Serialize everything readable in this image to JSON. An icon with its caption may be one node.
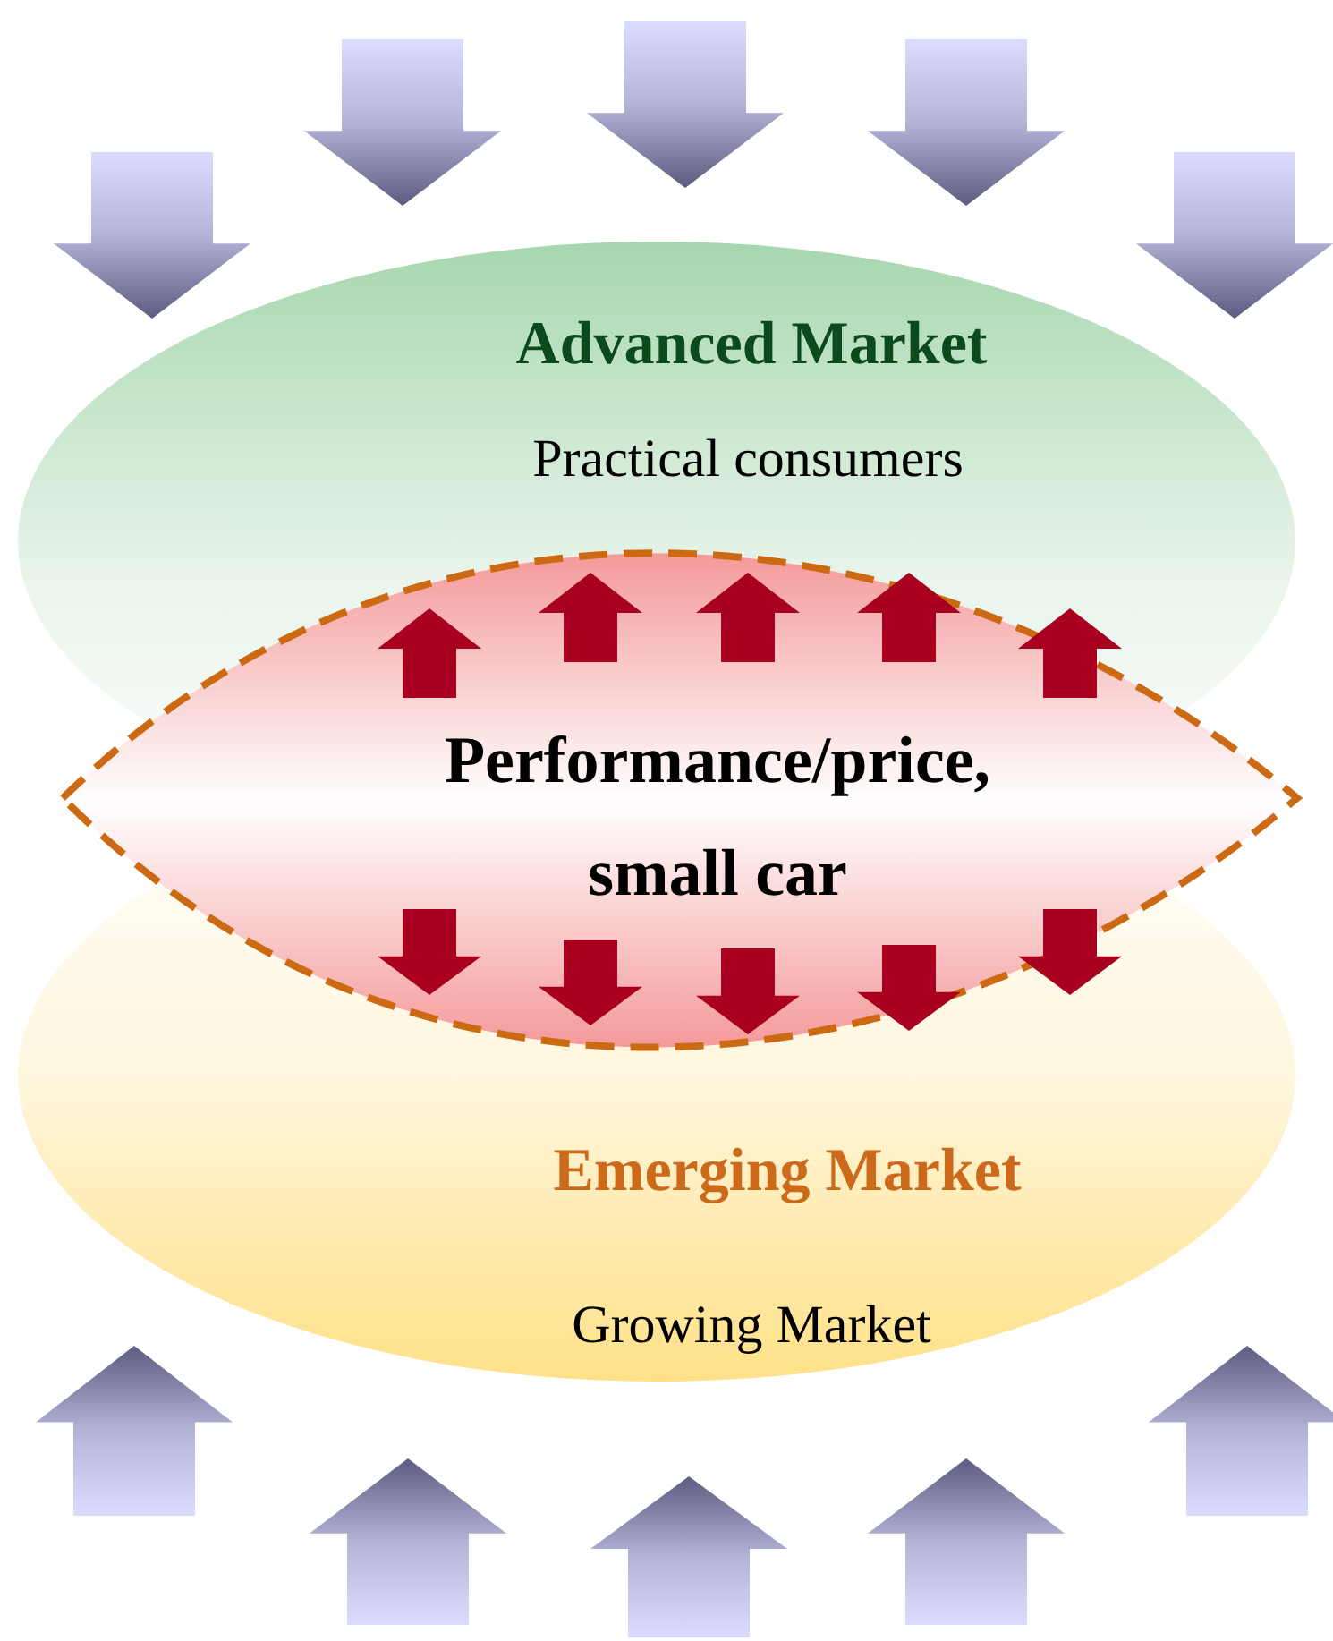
{
  "diagram": {
    "nodes": [
      {
        "text": [
          "Advanced Market",
          "Practical consumers"
        ]
      },
      {
        "text": [
          "Emerging Market",
          "Growing Market"
        ]
      },
      {
        "text": [
          "Performance/price, small car"
        ]
      }
    ]
  }
}
